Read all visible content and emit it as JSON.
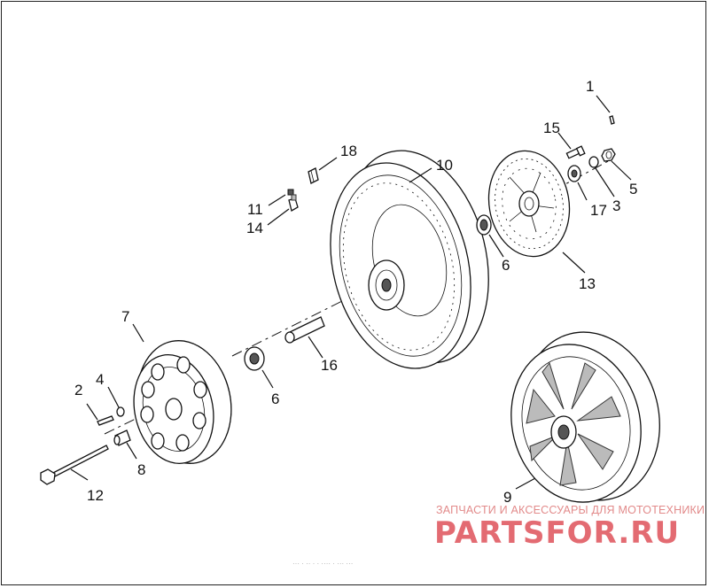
{
  "diagram": {
    "callouts": [
      "1",
      "2",
      "3",
      "4",
      "5",
      "6",
      "6",
      "7",
      "8",
      "9",
      "10",
      "11",
      "12",
      "13",
      "14",
      "15",
      "16",
      "17",
      "18"
    ]
  },
  "watermark": {
    "tagline": "ЗАПЧАСТИ И АКСЕССУАРЫ ДЛЯ МОТОТЕХНИКИ",
    "logo": "PARTSFOR.RU",
    "footer": "··· · ·· ·  · ···· · ··· ···"
  },
  "colors": {
    "line": "#111111",
    "watermark": "#e36b72"
  }
}
